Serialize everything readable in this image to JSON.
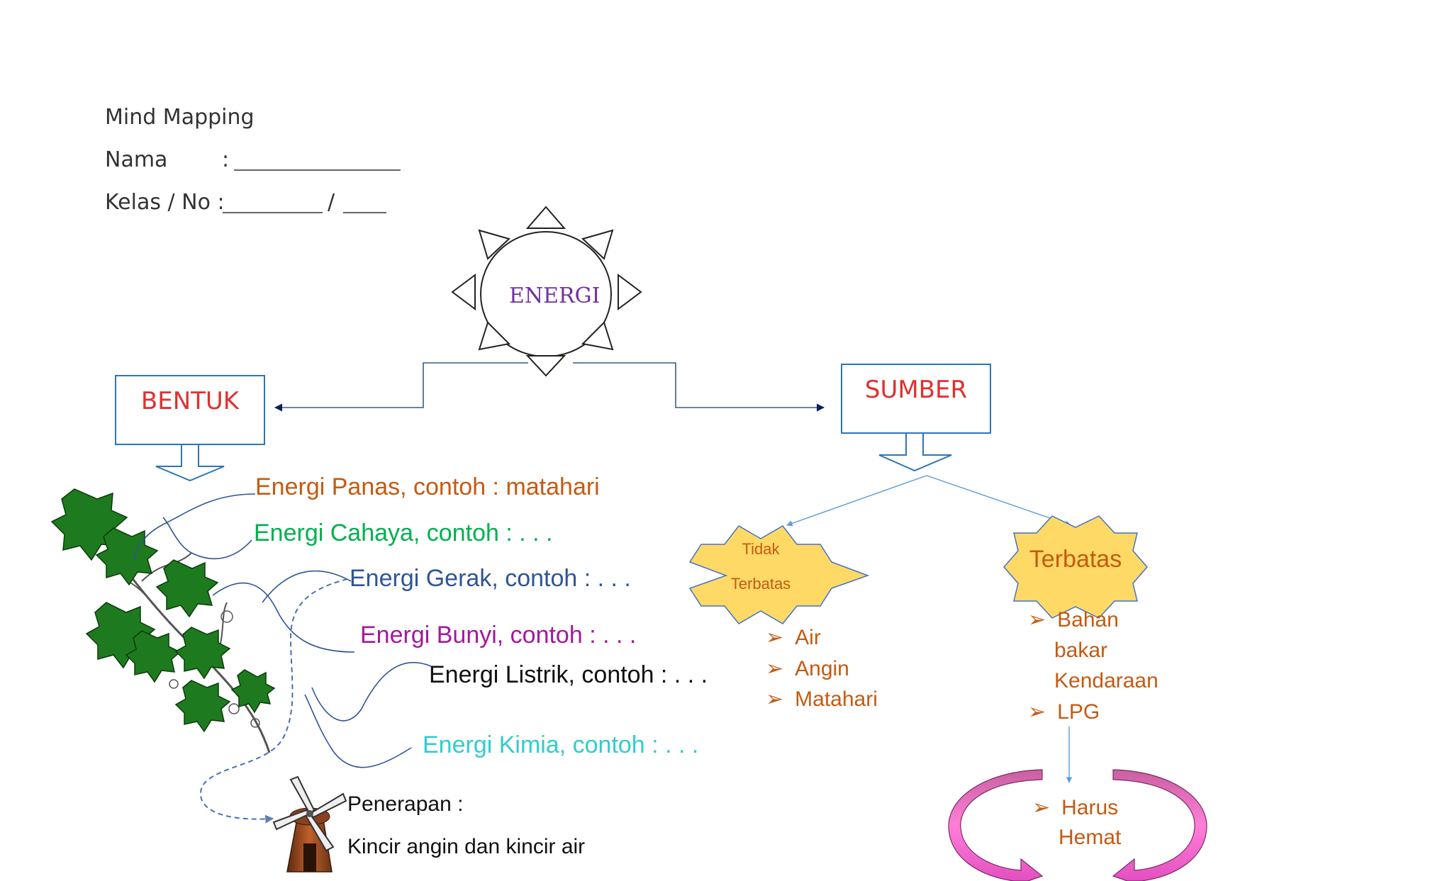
{
  "header": {
    "title": "Mind Mapping",
    "nama_label": "Nama",
    "nama_sep": ":",
    "kelas_label": "Kelas / No :",
    "kelas_sep": "/"
  },
  "center": {
    "label": "ENERGI"
  },
  "bentuk": {
    "label": "BENTUK",
    "items": [
      {
        "text": "Energi Panas,  contoh : matahari",
        "color": "#c55a11"
      },
      {
        "text": "Energi Cahaya, contoh : . . .",
        "color": "#00b050"
      },
      {
        "text": "Energi Gerak, contoh : . . .",
        "color": "#2f5597"
      },
      {
        "text": "Energi Bunyi, contoh : . . .",
        "color": "#a5189c"
      },
      {
        "text": "Energi Listrik, contoh : . . .",
        "color": "#111111"
      },
      {
        "text": "Energi Kimia, contoh : . . .",
        "color": "#33cccc"
      }
    ],
    "penerapan_label": "Penerapan :",
    "penerapan_value": "Kincir angin dan kincir air"
  },
  "sumber": {
    "label": "SUMBER",
    "tidak_terbatas": {
      "line1": "Tidak",
      "line2": "Terbatas",
      "items": [
        "Air",
        "Angin",
        "Matahari"
      ]
    },
    "terbatas": {
      "label": "Terbatas",
      "items": [
        {
          "line1": "Bahan",
          "line2": "bakar",
          "line3": "Kendaraan"
        },
        {
          "line1": "LPG"
        }
      ]
    },
    "harus": {
      "line1": "Harus",
      "line2": "Hemat"
    }
  },
  "colors": {
    "box_border": "#2e75b6",
    "title_red": "#e03030",
    "energi_purple": "#7030a0",
    "orange_text": "#c55a11",
    "star_fill": "#ffd966",
    "arrow_pink": "#f06ec8",
    "leaf_green": "#1e7a1e"
  }
}
